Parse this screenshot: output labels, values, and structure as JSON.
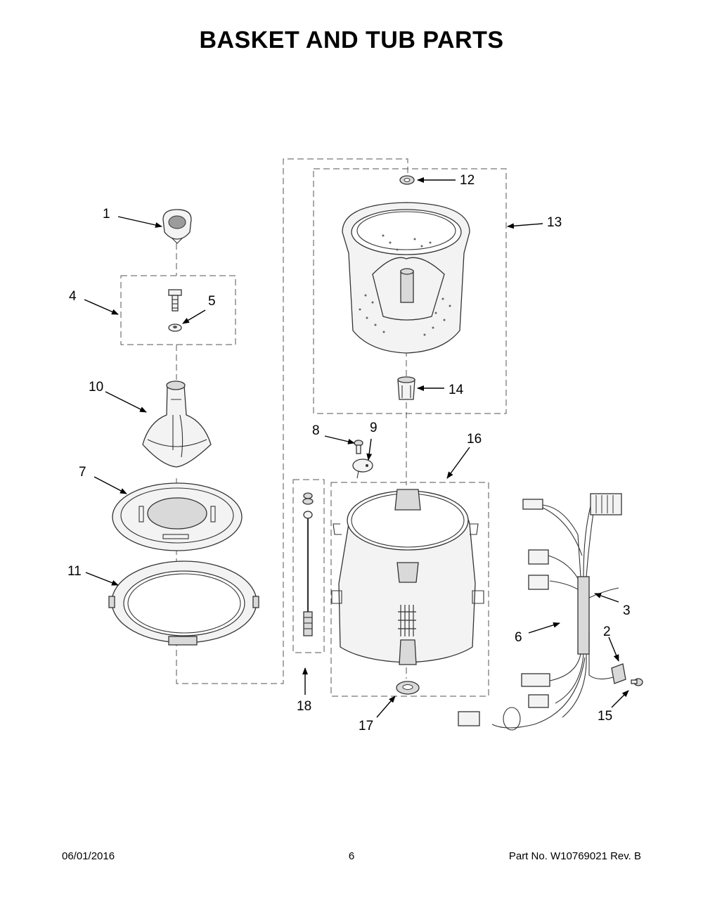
{
  "title": "BASKET AND TUB PARTS",
  "callouts": [
    {
      "id": "c1",
      "label": "1"
    },
    {
      "id": "c2",
      "label": "2"
    },
    {
      "id": "c3",
      "label": "3"
    },
    {
      "id": "c4",
      "label": "4"
    },
    {
      "id": "c5",
      "label": "5"
    },
    {
      "id": "c6",
      "label": "6"
    },
    {
      "id": "c7",
      "label": "7"
    },
    {
      "id": "c8",
      "label": "8"
    },
    {
      "id": "c9",
      "label": "9"
    },
    {
      "id": "c10",
      "label": "10"
    },
    {
      "id": "c11",
      "label": "11"
    },
    {
      "id": "c12",
      "label": "12"
    },
    {
      "id": "c13",
      "label": "13"
    },
    {
      "id": "c14",
      "label": "14"
    },
    {
      "id": "c15",
      "label": "15"
    },
    {
      "id": "c16",
      "label": "16"
    },
    {
      "id": "c17",
      "label": "17"
    },
    {
      "id": "c18",
      "label": "18"
    }
  ],
  "footer": {
    "date": "06/01/2016",
    "page": "6",
    "part_number": "Part No.  W10769021  Rev.  B"
  }
}
